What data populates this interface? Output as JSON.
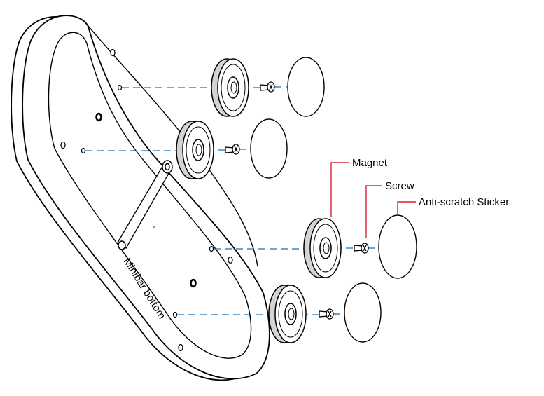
{
  "labels": {
    "magnet": "Magnet",
    "screw": "Screw",
    "sticker": "Anti-scratch Sticker",
    "base": "Minibar bottom"
  },
  "colors": {
    "line": "#000000",
    "dash": "#1a6fb4",
    "leader": "#d9232f",
    "fill": "#ffffff",
    "shade": "#d4d4d4"
  }
}
